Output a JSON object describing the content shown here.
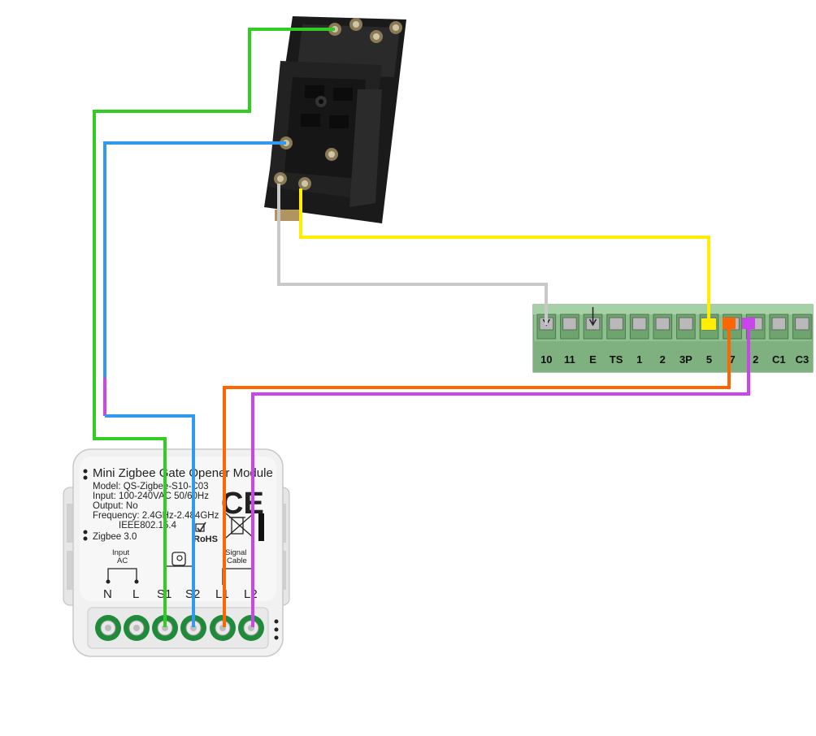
{
  "module": {
    "title": "Mini Zigbee Gate Opener Module",
    "lines": [
      "Model: QS-Zigbee-S10-C03",
      "Input: 100-240VAC 50/60Hz",
      "Output: No",
      "Frequency: 2.4GHz-2.484GHz",
      "IEEE802.15.4",
      "Zigbee 3.0"
    ],
    "rohs": "RoHS",
    "ce": "CE",
    "input_label": "Input",
    "ac_label": "AC",
    "signal_label": "Signal",
    "cable_label": "Cable",
    "terminals": [
      "N",
      "L",
      "S1",
      "S2",
      "L1",
      "L2"
    ]
  },
  "terminal_block": {
    "labels": [
      "10",
      "11",
      "E",
      "TS",
      "1",
      "2",
      "3P",
      "5",
      "7",
      "2",
      "C1",
      "C3"
    ]
  },
  "colors": {
    "wire_green": "#33cc22",
    "wire_blue": "#3399ee",
    "wire_magenta": "#cc44ee",
    "wire_orange": "#ff6600",
    "wire_yellow": "#ffee00",
    "wire_grey": "#c8c8c8",
    "terminal_block": "#8fbf8f",
    "module_terminal": "#1e8a3a"
  }
}
